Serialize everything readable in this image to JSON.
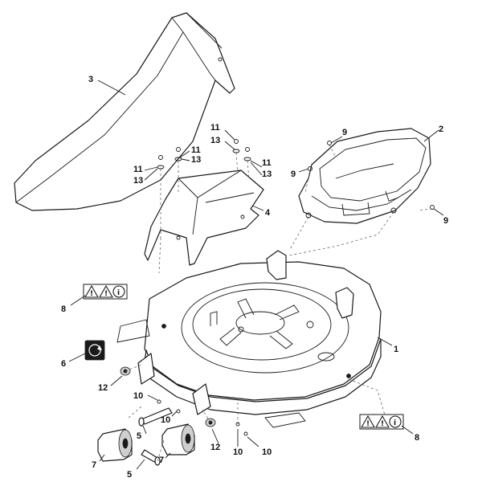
{
  "callouts": {
    "c1": "1",
    "c2": "2",
    "c3": "3",
    "c4": "4",
    "c5a": "5",
    "c5b": "5",
    "c6": "6",
    "c7a": "7",
    "c7b": "7",
    "c8a": "8",
    "c8b": "8",
    "c9a": "9",
    "c9b": "9",
    "c9c": "9",
    "c10a": "10",
    "c10b": "10",
    "c10c": "10",
    "c10d": "10",
    "c11a": "11",
    "c11b": "11",
    "c11c": "11",
    "c11d": "11",
    "c12a": "12",
    "c12b": "12",
    "c13a": "13",
    "c13b": "13",
    "c13c": "13",
    "c13d": "13"
  },
  "icons": {
    "warning_label": "warning-decal-icon",
    "direction_label": "rotation-decal-icon"
  }
}
